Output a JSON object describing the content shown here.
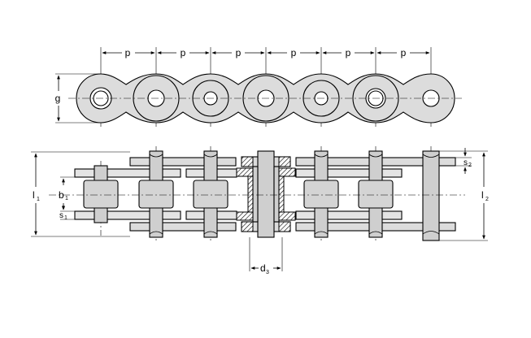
{
  "labels": {
    "pitch": "p",
    "height": "g",
    "length_1": "l",
    "length_1_sub": "1",
    "length_2": "l",
    "length_2_sub": "2",
    "inner_width": "b",
    "inner_width_sub": "1",
    "plate_thickness_1": "s",
    "plate_thickness_1_sub": "1",
    "plate_thickness_2": "s",
    "plate_thickness_2_sub": "2",
    "pin_diameter": "d",
    "pin_diameter_sub": "3"
  }
}
